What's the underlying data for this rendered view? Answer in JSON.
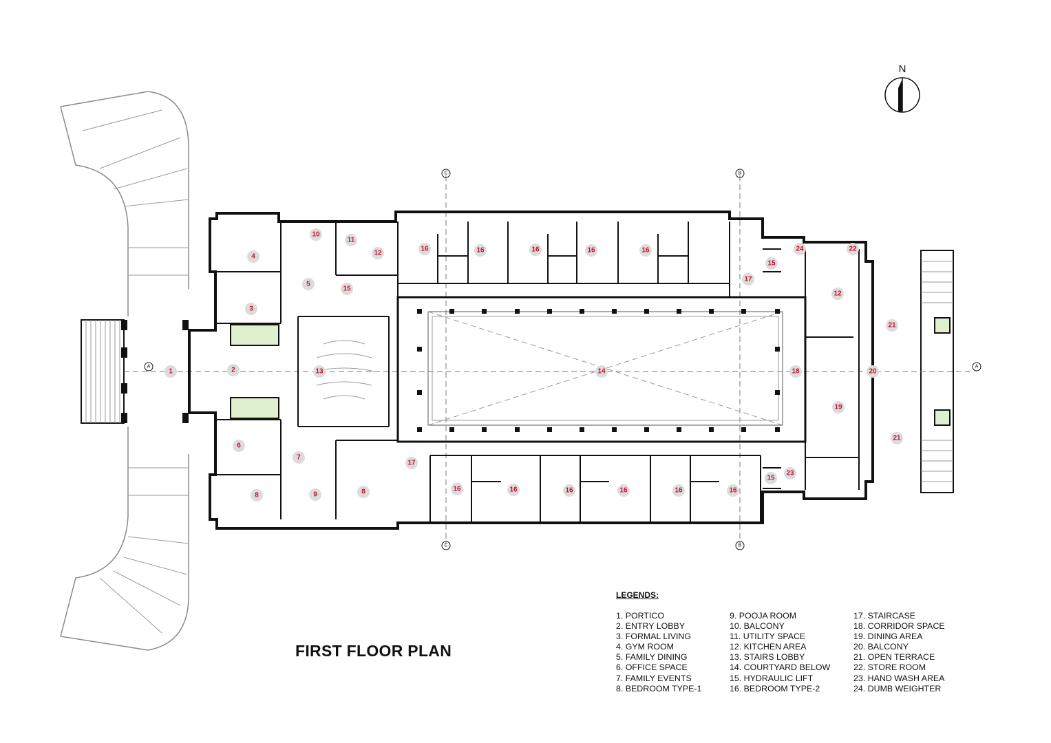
{
  "title": "FIRST FLOOR PLAN",
  "north_label": "N",
  "section_markers": {
    "a": "A",
    "b": "B",
    "c": "C"
  },
  "legend": {
    "heading": "LEGENDS:",
    "columns": [
      [
        "1. PORTICO",
        "2. ENTRY LOBBY",
        "3. FORMAL LIVING",
        "4. GYM ROOM",
        "5. FAMILY DINING",
        "6. OFFICE SPACE",
        "7. FAMILY EVENTS",
        "8. BEDROOM TYPE-1"
      ],
      [
        "9. POOJA ROOM",
        "10. BALCONY",
        "11.  UTILITY SPACE",
        "12. KITCHEN AREA",
        "13. STAIRS LOBBY",
        "14. COURTYARD BELOW",
        "15. HYDRAULIC LIFT",
        "16. BEDROOM TYPE-2"
      ],
      [
        "17. STAIRCASE",
        "18. CORRIDOR SPACE",
        "19. DINING AREA",
        "20. BALCONY",
        "21. OPEN TERRACE",
        "22. STORE ROOM",
        "23. HAND WASH AREA",
        "24. DUMB WEIGHTER"
      ]
    ]
  },
  "room_tags": [
    "1",
    "2",
    "3",
    "4",
    "5",
    "6",
    "7",
    "8",
    "8",
    "9",
    "10",
    "11",
    "12",
    "12",
    "13",
    "14",
    "15",
    "15",
    "15",
    "16",
    "16",
    "16",
    "16",
    "16",
    "16",
    "16",
    "16",
    "16",
    "16",
    "16",
    "17",
    "17",
    "18",
    "19",
    "20",
    "21",
    "21",
    "22",
    "23",
    "24"
  ],
  "colors": {
    "tag_text": "#c8102e",
    "tag_badge": "#dcdcdc",
    "wall": "#111111",
    "planter": "#dff0cf"
  }
}
